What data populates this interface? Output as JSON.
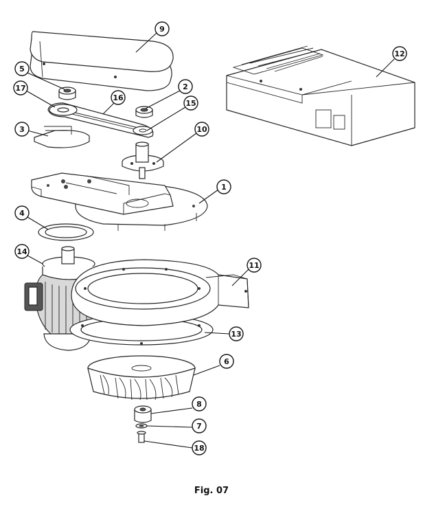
{
  "figure": {
    "caption": "Fig. 07",
    "callouts": [
      {
        "id": "9",
        "label": "9"
      },
      {
        "id": "12",
        "label": "12"
      },
      {
        "id": "5",
        "label": "5"
      },
      {
        "id": "2",
        "label": "2"
      },
      {
        "id": "17",
        "label": "17"
      },
      {
        "id": "16",
        "label": "16"
      },
      {
        "id": "15",
        "label": "15"
      },
      {
        "id": "3",
        "label": "3"
      },
      {
        "id": "10",
        "label": "10"
      },
      {
        "id": "1",
        "label": "1"
      },
      {
        "id": "4",
        "label": "4"
      },
      {
        "id": "14",
        "label": "14"
      },
      {
        "id": "11",
        "label": "11"
      },
      {
        "id": "13",
        "label": "13"
      },
      {
        "id": "6",
        "label": "6"
      },
      {
        "id": "8",
        "label": "8"
      },
      {
        "id": "7",
        "label": "7"
      },
      {
        "id": "18",
        "label": "18"
      }
    ]
  }
}
